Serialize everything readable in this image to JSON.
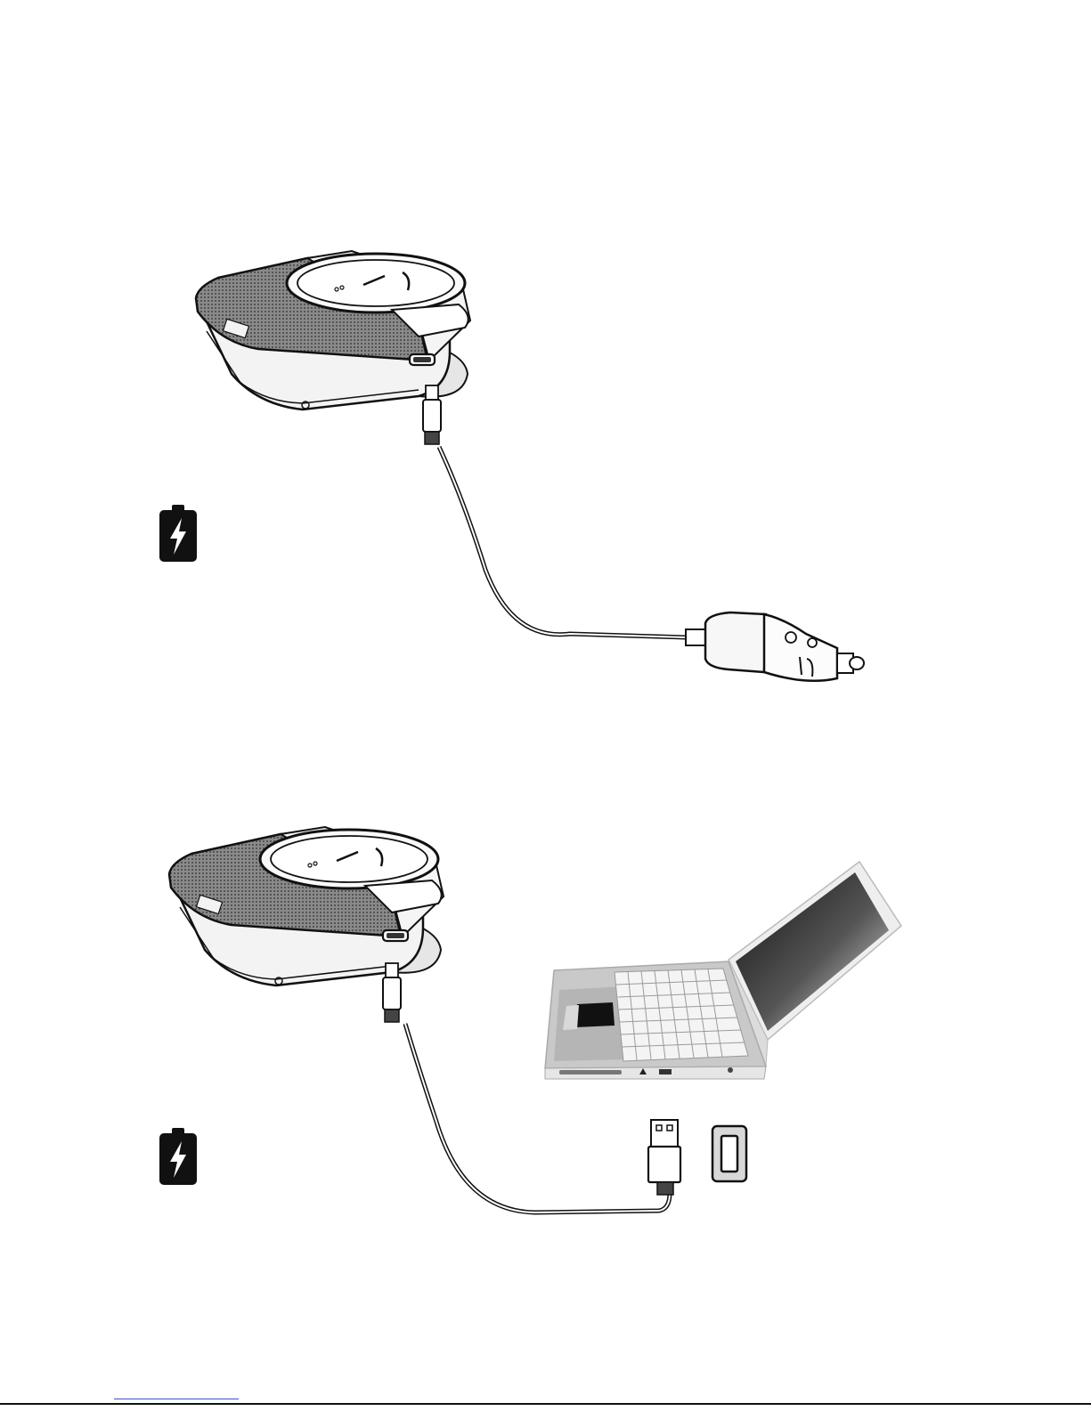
{
  "diagram": {
    "panels": [
      {
        "id": "car-charging",
        "charger": "car-cigarette-lighter-adapter",
        "status_icon": "battery-charging-icon"
      },
      {
        "id": "usb-charging",
        "charger": "laptop-usb-port",
        "status_icon": "battery-charging-icon"
      }
    ]
  },
  "colors": {
    "ink": "#111111",
    "grille": "#6b6b6b",
    "device_body": "#f2f2f2",
    "laptop_gray": "#c8c8c8",
    "link": "#3355cc"
  }
}
